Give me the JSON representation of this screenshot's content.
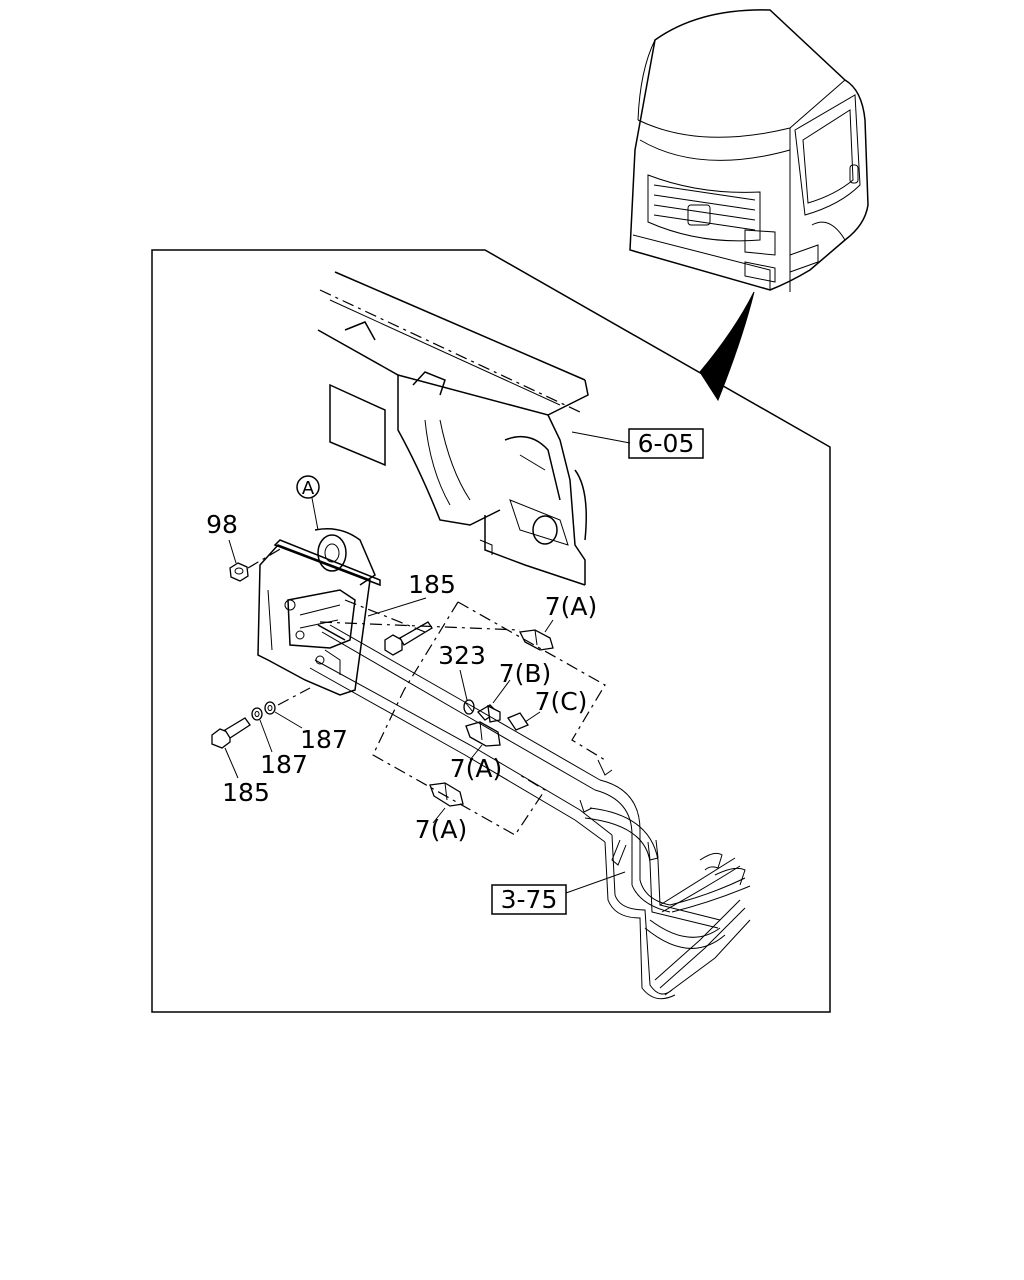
{
  "reference_codes": {
    "upper": "6-05",
    "lower": "3-75"
  },
  "callouts": {
    "circle_a": "A",
    "p98": "98",
    "p185_top": "185",
    "p185_bottom": "185",
    "p187_a": "187",
    "p187_b": "187",
    "p323": "323",
    "p7a_top": "7(A)",
    "p7b": "7(B)",
    "p7c": "7(C)",
    "p7a_mid": "7(A)",
    "p7a_low": "7(A)"
  }
}
